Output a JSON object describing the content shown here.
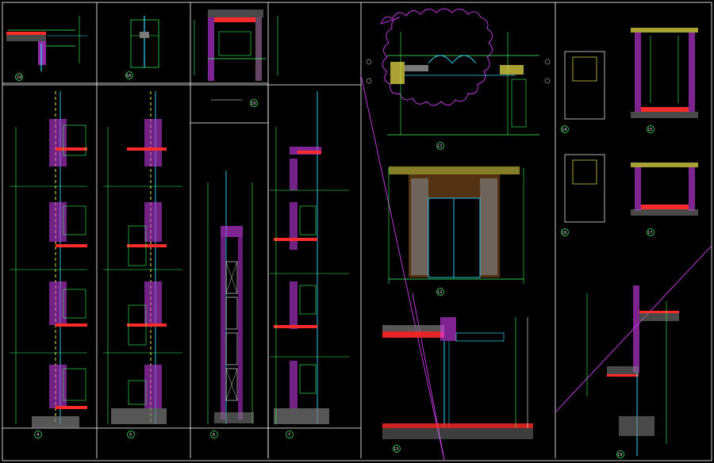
{
  "sheet": {
    "background": "#000000",
    "frame_color": "#ffffff",
    "colors": {
      "green": "#39ff5a",
      "cyan": "#2fd7ff",
      "magenta": "#d03cf0",
      "red": "#ff2a2a",
      "yellow": "#f2e64a",
      "grey": "#7a7a7a",
      "white": "#ffffff",
      "blue": "#2a56ff"
    }
  },
  "detail_numbers": {
    "d1": "10",
    "d2": "6A",
    "d3": "10",
    "d4": "4",
    "d5": "5",
    "d6": "6",
    "d7": "7",
    "d8": "11",
    "d9": "12",
    "d10": "13",
    "d11": "14",
    "d12": "15",
    "d13": "16",
    "d14": "17",
    "d15": "19"
  }
}
